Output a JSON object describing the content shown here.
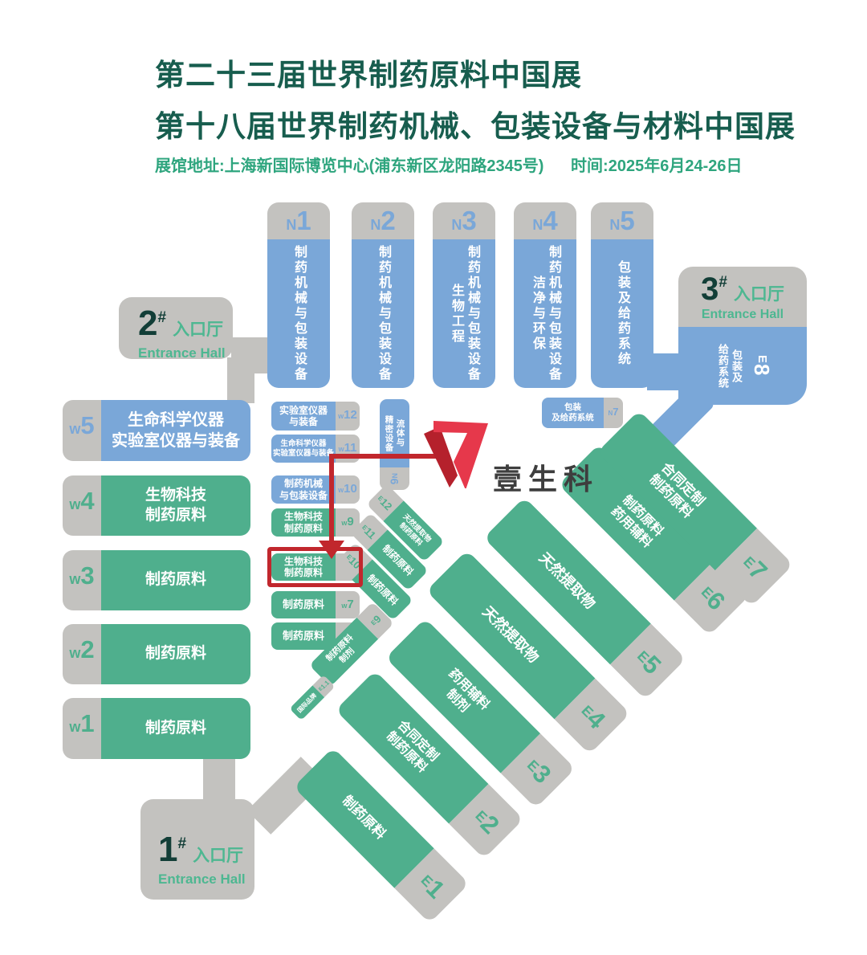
{
  "title": {
    "line1": "第二十三届世界制药原料中国展",
    "line2": "第十八届世界制药机械、包装设备与材料中国展"
  },
  "info": {
    "address": "展馆地址:上海新国际博览中心(浦东新区龙阳路2345号)",
    "time": "时间:2025年6月24-26日"
  },
  "logo": {
    "name": "壹生科",
    "mark": "v7-red-logo"
  },
  "entrances": {
    "hall1": {
      "num": "1",
      "suffix": "#",
      "cn": "入口厅",
      "en": "Entrance Hall"
    },
    "hall2": {
      "num": "2",
      "suffix": "#",
      "cn": "入口厅",
      "en": "Entrance Hall"
    },
    "hall3": {
      "num": "3",
      "suffix": "#",
      "cn": "入口厅",
      "en": "Entrance Hall"
    }
  },
  "n_halls": [
    {
      "letter": "N",
      "num": "1",
      "lines": [
        "制药机械与包装设备"
      ]
    },
    {
      "letter": "N",
      "num": "2",
      "lines": [
        "制药机械与包装设备"
      ]
    },
    {
      "letter": "N",
      "num": "3",
      "lines": [
        "制药机械与包装设备",
        "生物工程"
      ]
    },
    {
      "letter": "N",
      "num": "4",
      "lines": [
        "制药机械与包装设备",
        "洁净与环保"
      ]
    },
    {
      "letter": "N",
      "num": "5",
      "lines": [
        "包装及给药系统"
      ]
    }
  ],
  "n6": {
    "letter": "N",
    "num": "6",
    "lines": [
      "流体与",
      "精密设备"
    ]
  },
  "n7": {
    "letter": "N",
    "num": "7",
    "lines": [
      "包装",
      "及给药系统"
    ]
  },
  "w_left": [
    {
      "letter": "w",
      "num": "5",
      "lines": [
        "生命科学仪器",
        "实验室仪器与装备"
      ],
      "type": "blue"
    },
    {
      "letter": "w",
      "num": "4",
      "lines": [
        "生物科技",
        "制药原料"
      ],
      "type": "green"
    },
    {
      "letter": "w",
      "num": "3",
      "lines": [
        "制药原料"
      ],
      "type": "green"
    },
    {
      "letter": "w",
      "num": "2",
      "lines": [
        "制药原料"
      ],
      "type": "green"
    },
    {
      "letter": "w",
      "num": "1",
      "lines": [
        "制药原料"
      ],
      "type": "green"
    }
  ],
  "w_mid": [
    {
      "letter": "w",
      "num": "12",
      "lines": [
        "实验室仪器",
        "与装备"
      ],
      "type": "blue"
    },
    {
      "letter": "w",
      "num": "11",
      "lines": [
        "生命科学仪器",
        "实验室仪器与装备"
      ],
      "type": "blue"
    },
    {
      "letter": "w",
      "num": "10",
      "lines": [
        "制药机械",
        "与包装设备"
      ],
      "type": "blue"
    },
    {
      "letter": "w",
      "num": "9",
      "lines": [
        "生物科技",
        "制药原料"
      ],
      "type": "green"
    },
    {
      "letter": "w",
      "num": "8",
      "lines": [
        "生物科技",
        "制药原料"
      ],
      "type": "green",
      "highlighted": true
    },
    {
      "letter": "w",
      "num": "7",
      "lines": [
        "制药原料"
      ],
      "type": "green"
    },
    {
      "letter": "w",
      "num": "6",
      "lines": [
        "制药原料"
      ],
      "type": "green"
    }
  ],
  "e8": {
    "letter": "E",
    "num": "8",
    "lines": [
      "包装及",
      "给药系统"
    ]
  },
  "e_halls": [
    {
      "letter": "E",
      "num": "1",
      "lines": [
        "制药原料"
      ]
    },
    {
      "letter": "E",
      "num": "2",
      "lines": [
        "合同定制",
        "制药原料"
      ]
    },
    {
      "letter": "E",
      "num": "3",
      "lines": [
        "药用辅料",
        "制剂"
      ]
    },
    {
      "letter": "E",
      "num": "4",
      "lines": [
        "天然提取物"
      ]
    },
    {
      "letter": "E",
      "num": "5",
      "lines": [
        "天然提取物"
      ]
    },
    {
      "letter": "E",
      "num": "6",
      "lines": [
        "制药原料",
        "药用辅料"
      ]
    },
    {
      "letter": "E",
      "num": "7",
      "lines": [
        "合同定制",
        "制药原料"
      ]
    },
    {
      "letter": "E",
      "num": "9",
      "lines": [
        "制药原料",
        "制剂"
      ]
    },
    {
      "letter": "E",
      "num": "10",
      "lines": [
        "制药原料"
      ]
    },
    {
      "letter": "E",
      "num": "11",
      "lines": [
        "制药原料"
      ]
    },
    {
      "letter": "E",
      "num": "12",
      "lines": [
        "天然提取物",
        "制药原料"
      ]
    },
    {
      "letter": "E",
      "num": "1.1",
      "lines": [
        "国际品牌"
      ]
    }
  ],
  "colors": {
    "hall_green": "#4FAF8D",
    "hall_blue": "#7AA7D8",
    "hall_gray": "#C3C2BF",
    "title_green": "#175D4E",
    "info_green": "#2EA57E",
    "entrance_label_green": "#4DB791",
    "entrance_number_dark": "#123E37",
    "annotation_red": "#C1272D",
    "logo_red": "#E6384B"
  }
}
